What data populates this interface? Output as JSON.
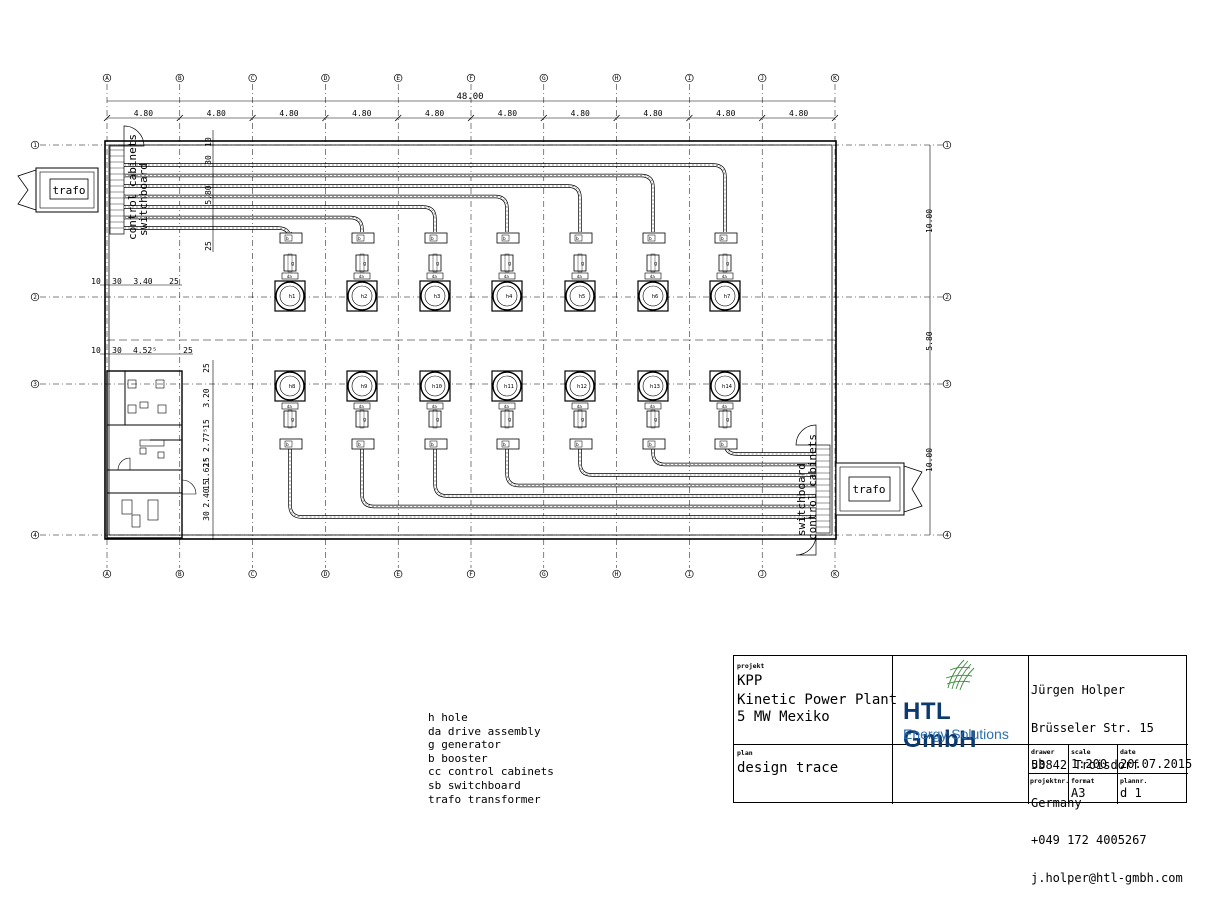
{
  "plan": {
    "columns": [
      "A",
      "B",
      "C",
      "D",
      "E",
      "F",
      "G",
      "H",
      "I",
      "J",
      "K"
    ],
    "rows": [
      "1",
      "2",
      "3",
      "4"
    ],
    "total_width": "48.00",
    "bay_width": "4.80",
    "row_dims": [
      "10.00",
      "5.80",
      "10.00"
    ],
    "left_dims_top": [
      "30",
      "10",
      "5.80",
      "25"
    ],
    "left_dims_row2": [
      "10",
      "30",
      "3.40",
      "25"
    ],
    "left_dims_row3": [
      "10",
      "30",
      "4.52⁵",
      "25"
    ],
    "left_dims_bottom": [
      "25",
      "3.20",
      "15",
      "2.77⁵",
      "15",
      "1.62⁵",
      "15",
      "2.40",
      "30"
    ],
    "trafo_label": "trafo",
    "cabinets_label_1": "control cabinets",
    "cabinets_label_2": "switchboard",
    "holes_top": [
      "h1",
      "h2",
      "h3",
      "h4",
      "h5",
      "h6",
      "h7"
    ],
    "holes_bottom": [
      "h8",
      "h9",
      "h10",
      "h11",
      "h12",
      "h13",
      "h14"
    ],
    "da_label": "da",
    "g_label": "g",
    "b_label": "b"
  },
  "legend": [
    "h hole",
    "da drive assembly",
    "g generator",
    "b booster",
    "cc control cabinets",
    "sb switchboard",
    "trafo transformer"
  ],
  "titleblock": {
    "projekt_label": "projekt",
    "project_code": "KPP",
    "project_name": "Kinetic Power Plant",
    "project_sub": "5 MW Mexiko",
    "company": "HTL GmbH",
    "company_sub": "Energy Solutions",
    "address": [
      "Jürgen Holper",
      "Brüsseler Str. 15",
      "53842 Troisdorf",
      "Germany",
      "+049 172 4005267",
      "j.holper@htl-gmbh.com"
    ],
    "plan_label": "plan",
    "plan_value": "design trace",
    "drawer_label": "drawer",
    "drawer_value": "ub",
    "scale_label": "scale",
    "scale_value": "1:200",
    "date_label": "date",
    "date_value": "20.07.2015",
    "projektnr_label": "projektnr.",
    "format_label": "format",
    "format_value": "A3",
    "plannr_label": "plannr.",
    "plannr_value": "d 1"
  },
  "colors": {
    "logo_dark": "#0d3a6e",
    "logo_light": "#2d6fb0",
    "logo_green": "#3a8a3a"
  }
}
